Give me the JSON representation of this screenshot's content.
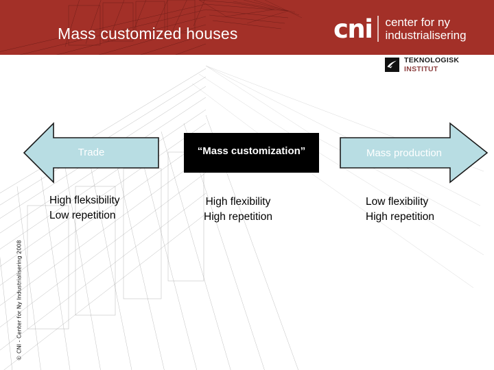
{
  "slide": {
    "title": "Mass customized houses",
    "header_color": "#a33028",
    "arrow_fill_color": "#b8dde3",
    "box_fill_color": "#000000"
  },
  "logos": {
    "cni": {
      "mark": "cni",
      "tagline_line1": "center for ny",
      "tagline_line2": "industrialisering"
    },
    "teknologisk": {
      "line1": "TEKNOLOGISK",
      "line2": "INSTITUT",
      "mark_color": "#111111",
      "line2_color": "#8d4040"
    }
  },
  "diagram": {
    "columns": [
      {
        "shape": "arrow-left",
        "label": "Trade",
        "attributes_line1": "High fleksibility",
        "attributes_line2": "Low repetition"
      },
      {
        "shape": "rectangle",
        "label": "“Mass customization”",
        "attributes_line1": "High flexibility",
        "attributes_line2": "High repetition"
      },
      {
        "shape": "arrow-right",
        "label": "Mass production",
        "attributes_line1": "Low flexibility",
        "attributes_line2": "High repetition"
      }
    ]
  },
  "footer": {
    "copyright": "© CNI - Center for Ny Industrialisering  2008"
  }
}
